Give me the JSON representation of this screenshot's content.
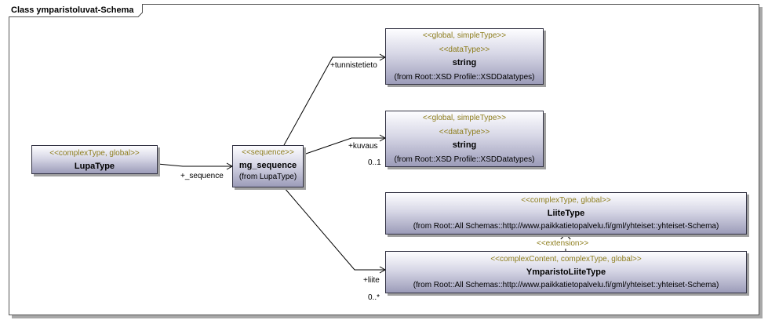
{
  "diagram": {
    "title": "Class ymparistoluvat-Schema",
    "classes": {
      "lupatype": {
        "stereotype": "<<complexType, global>>",
        "name": "LupaType"
      },
      "mg_sequence": {
        "stereotype": "<<sequence>>",
        "name": "mg_sequence",
        "from": "(from LupaType)"
      },
      "string1": {
        "stereotype1": "<<global, simpleType>>",
        "stereotype2": "<<dataType>>",
        "name": "string",
        "from": "(from Root::XSD Profile::XSDDatatypes)"
      },
      "string2": {
        "stereotype1": "<<global, simpleType>>",
        "stereotype2": "<<dataType>>",
        "name": "string",
        "from": "(from Root::XSD Profile::XSDDatatypes)"
      },
      "liitetype": {
        "stereotype": "<<complexType, global>>",
        "name": "LiiteType",
        "from": "(from Root::All Schemas::http://www.paikkatietopalvelu.fi/gml/yhteiset::yhteiset-Schema)"
      },
      "ymparistoliitetype": {
        "stereotype": "<<complexContent, complexType, global>>",
        "name": "YmparistoLiiteType",
        "from": "(from Root::All Schemas::http://www.paikkatietopalvelu.fi/gml/yhteiset::yhteiset-Schema)"
      }
    },
    "relations": {
      "sequence_role": "+_sequence",
      "tunnistetieto_role": "+tunnistetieto",
      "kuvaus_role": "+kuvaus",
      "kuvaus_mult": "0..1",
      "liite_role": "+liite",
      "liite_mult": "0..*",
      "extension_label": "<<extension>>"
    }
  }
}
